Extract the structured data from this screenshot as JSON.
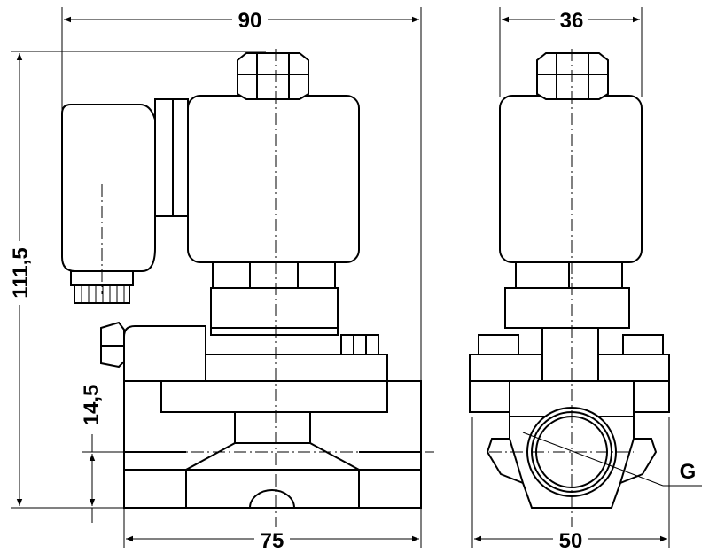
{
  "dimensions": {
    "front_width": "90",
    "side_width": "36",
    "total_height": "111,5",
    "port_height": "14,5",
    "body_length": "75",
    "body_depth": "50",
    "thread_label": "G"
  },
  "colors": {
    "line": "#000000",
    "background": "#ffffff"
  }
}
